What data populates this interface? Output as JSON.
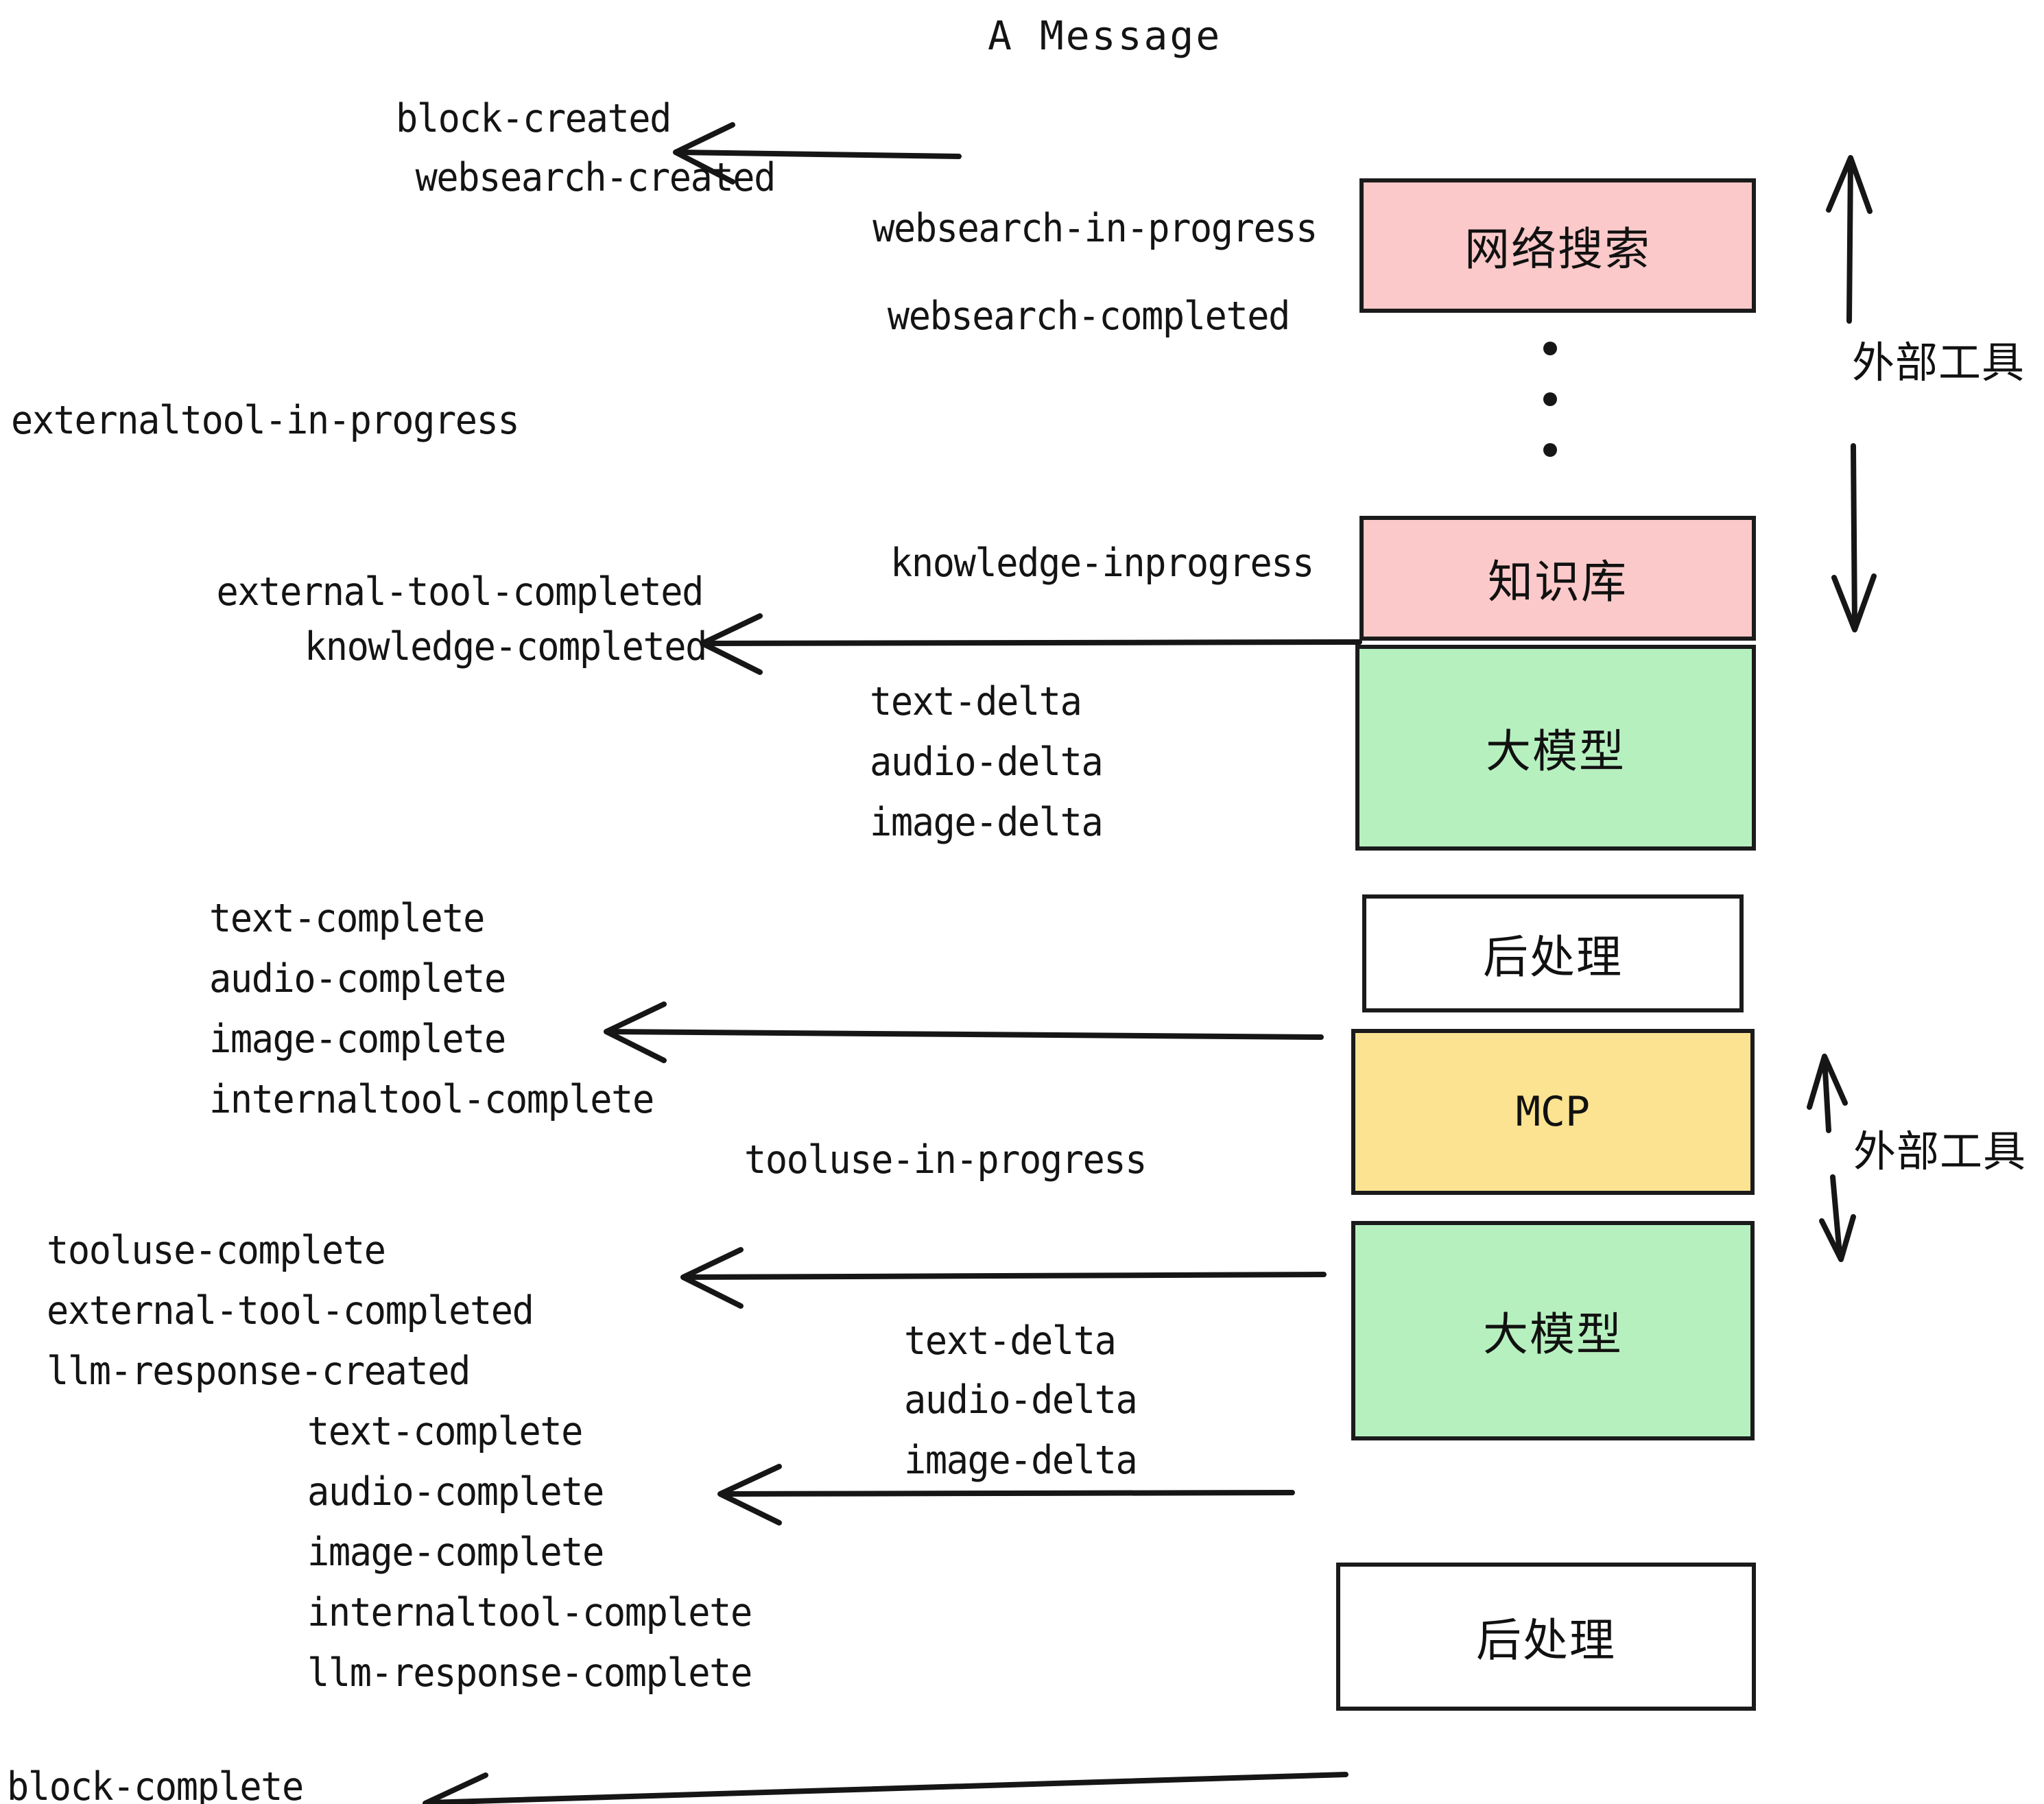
{
  "title": "A Message",
  "events": {
    "block_created": "block-created",
    "websearch_created": "websearch-created",
    "websearch_in_progress": "websearch-in-progress",
    "websearch_completed": "websearch-completed",
    "externaltool_in_progress": "externaltool-in-progress",
    "knowledge_inprogress": "knowledge-inprogress",
    "external_tool_completed_1": "external-tool-completed",
    "knowledge_completed": "knowledge-completed",
    "text_delta_1": "text-delta",
    "audio_delta_1": "audio-delta",
    "image_delta_1": "image-delta",
    "text_complete_1": "text-complete",
    "audio_complete_1": "audio-complete",
    "image_complete_1": "image-complete",
    "internaltool_complete_1": "internaltool-complete",
    "tooluse_in_progress": "tooluse-in-progress",
    "tooluse_complete": "tooluse-complete",
    "external_tool_completed_2": "external-tool-completed",
    "llm_response_created": "llm-response-created",
    "text_delta_2": "text-delta",
    "audio_delta_2": "audio-delta",
    "image_delta_2": "image-delta",
    "text_complete_2": "text-complete",
    "audio_complete_2": "audio-complete",
    "image_complete_2": "image-complete",
    "internaltool_complete_2": "internaltool-complete",
    "llm_response_complete": "llm-response-complete",
    "block_complete": "block-complete"
  },
  "nodes": {
    "websearch": "网络搜索",
    "knowledge": "知识库",
    "llm_1": "大模型",
    "postprocess_1": "后处理",
    "mcp": "MCP",
    "llm_2": "大模型",
    "postprocess_2": "后处理"
  },
  "annotations": {
    "external_tools_top": "外部工具",
    "external_tools_bottom": "外部工具"
  },
  "colors": {
    "pink": "#fbc9c9",
    "green": "#b6f0bf",
    "yellow": "#fbe391",
    "white": "#ffffff",
    "stroke": "#1b1b1b",
    "text": "#141414"
  }
}
